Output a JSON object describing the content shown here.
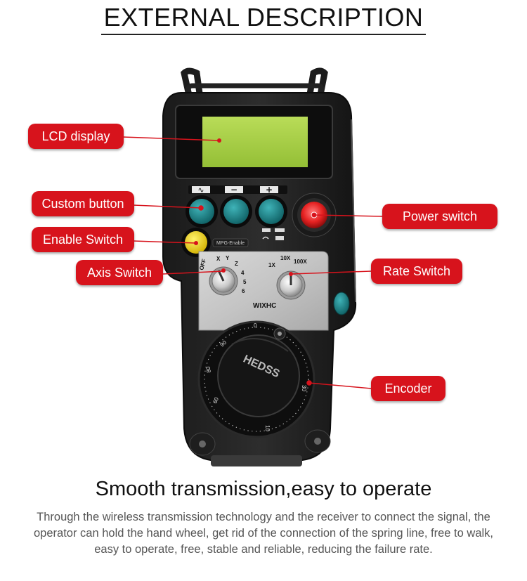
{
  "title": "EXTERNAL DESCRIPTION",
  "labels": {
    "lcd": "LCD display",
    "custom": "Custom button",
    "enable": "Enable Switch",
    "axis": "Axis Switch",
    "power": "Power switch",
    "rate": "Rate Switch",
    "encoder": "Encoder"
  },
  "device": {
    "btn_wave": "∿",
    "btn_minus": "−",
    "btn_plus": "+",
    "mpg_enable": "MPG-Enable",
    "axis_off": "OFF",
    "axis_x": "X",
    "axis_y": "Y",
    "axis_z": "Z",
    "axis_4": "4",
    "axis_5": "5",
    "axis_6": "6",
    "rate_1x": "1X",
    "rate_10x": "10X",
    "rate_100x": "100X",
    "brand": "WIXHC",
    "wheel_brand": "HEDSS",
    "dial_0": "0",
    "dial_10": "10",
    "dial_30": "30",
    "dial_60": "60",
    "dial_80": "80",
    "dial_90": "90"
  },
  "colors": {
    "accent_red": "#d7131c",
    "lcd_green": "#a8cf4a",
    "button_teal": "#1d8a8f",
    "enable_yellow": "#f2d20a",
    "power_red": "#e62222"
  },
  "subtitle": "Smooth transmission,easy to operate",
  "description": "Through the wireless transmission technology and the receiver to connect the signal, the operator can hold the hand wheel, get rid of the connection of the spring line, free to walk, easy to operate, free, stable and reliable, reducing the failure rate."
}
